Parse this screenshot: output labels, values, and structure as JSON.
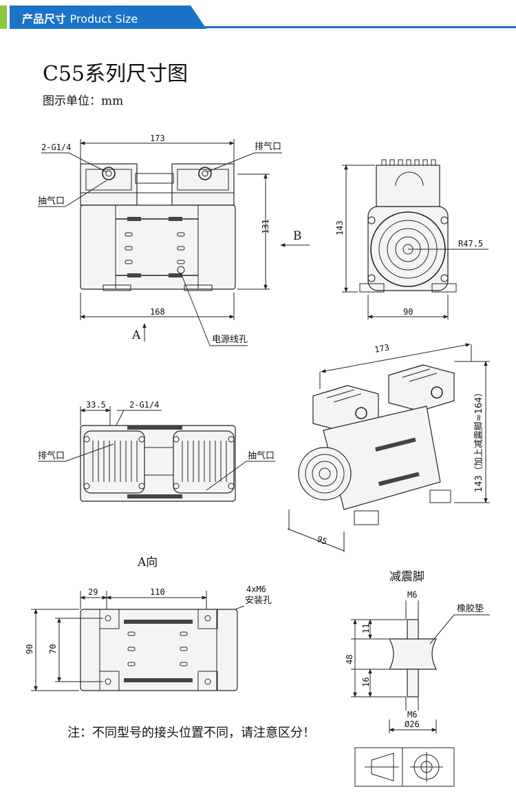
{
  "banner": {
    "title_cn": "产品尺寸",
    "title_en": "Product Size",
    "accent_color": "#8dc63f",
    "bar_color": "#1b73c7"
  },
  "heading": "C55系列尺寸图",
  "unit_text": "图示单位：mm",
  "front_view": {
    "width_top": "173",
    "width_bottom": "168",
    "height": "131",
    "inlet_label": "2-G1/4",
    "exhaust_label": "排气口",
    "suction_label": "抽气口",
    "cable_label": "电源线孔",
    "arrow_b": "B",
    "arrow_a": "A"
  },
  "side_view": {
    "height": "143",
    "width": "90",
    "radius": "R47.5"
  },
  "iso_view": {
    "length": "173",
    "height": "143（加上减震脚≈164）",
    "depth": "95"
  },
  "top_view": {
    "dim_left": "33.5",
    "port_label": "2-G1/4",
    "exhaust_label": "排气口",
    "suction_label": "抽气口",
    "caption": "A向"
  },
  "base_view": {
    "dim_29": "29",
    "dim_110": "110",
    "height_90": "90",
    "height_70": "70",
    "holes_label": "4xM6",
    "holes_label2": "安装孔"
  },
  "damper": {
    "title": "减震脚",
    "m6_top": "M6",
    "rubber_label": "橡胶垫",
    "dim_11": "11",
    "dim_48": "48",
    "dim_16": "16",
    "m6_bottom": "M6",
    "dia_26": "Ø26"
  },
  "footnote": "注：不同型号的接头位置不同，请注意区分！"
}
